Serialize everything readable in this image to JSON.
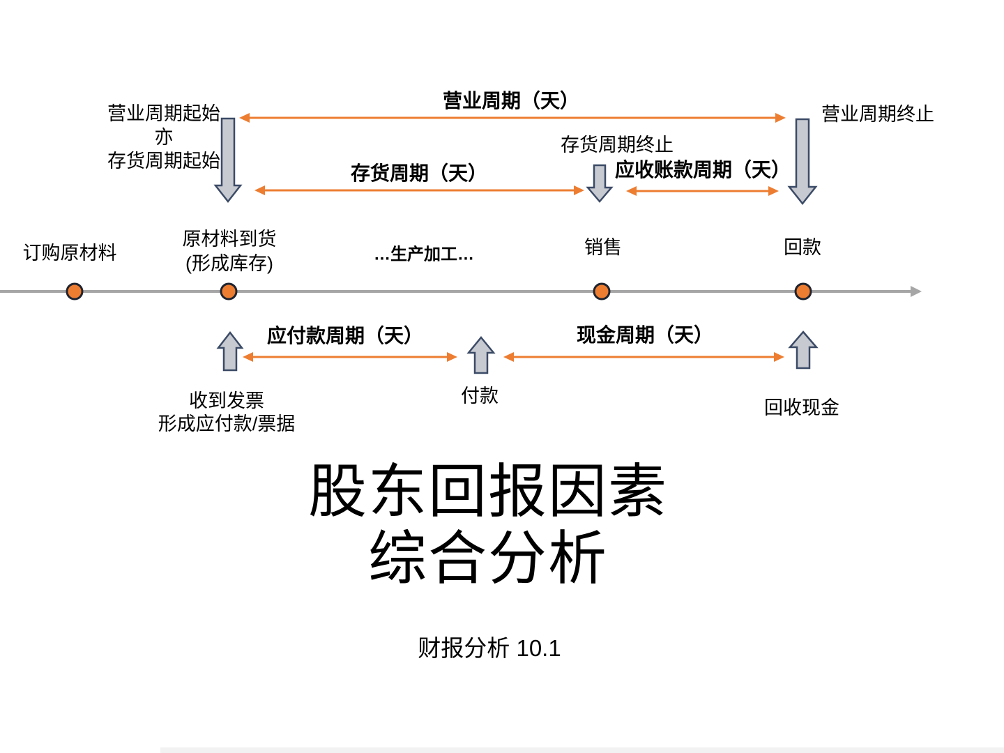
{
  "title": {
    "line1": "股东回报因素",
    "line2": "综合分析",
    "subtitle": "财报分析 10.1"
  },
  "cycles": {
    "operating": {
      "label": "营业周期（天）",
      "start_note": [
        "营业周期起始",
        "亦",
        "存货周期起始"
      ],
      "end_note": "营业周期终止"
    },
    "inventory": {
      "label": "存货周期（天）",
      "end_note": "存货周期终止"
    },
    "receivables": {
      "label": "应收账款周期（天）"
    },
    "payables": {
      "label": "应付款周期（天）"
    },
    "cash": {
      "label": "现金周期（天）"
    }
  },
  "events": [
    {
      "lines": [
        "订购原材料"
      ]
    },
    {
      "lines": [
        "原材料到货",
        "(形成库存)"
      ]
    },
    {
      "lines": [
        "…生产加工…"
      ]
    },
    {
      "lines": [
        "销售"
      ]
    },
    {
      "lines": [
        "回款"
      ]
    }
  ],
  "notes": {
    "invoice": [
      "收到发票",
      "形成应付款/票据"
    ],
    "payment": "付款",
    "cash_collect": "回收现金"
  },
  "colors": {
    "orange": "#ED7D31",
    "block_arrow_fill": "#C7CAD0",
    "block_arrow_border": "#3B4A66",
    "timeline_gray": "#A6A6A6",
    "dot_border": "#1F2430"
  }
}
